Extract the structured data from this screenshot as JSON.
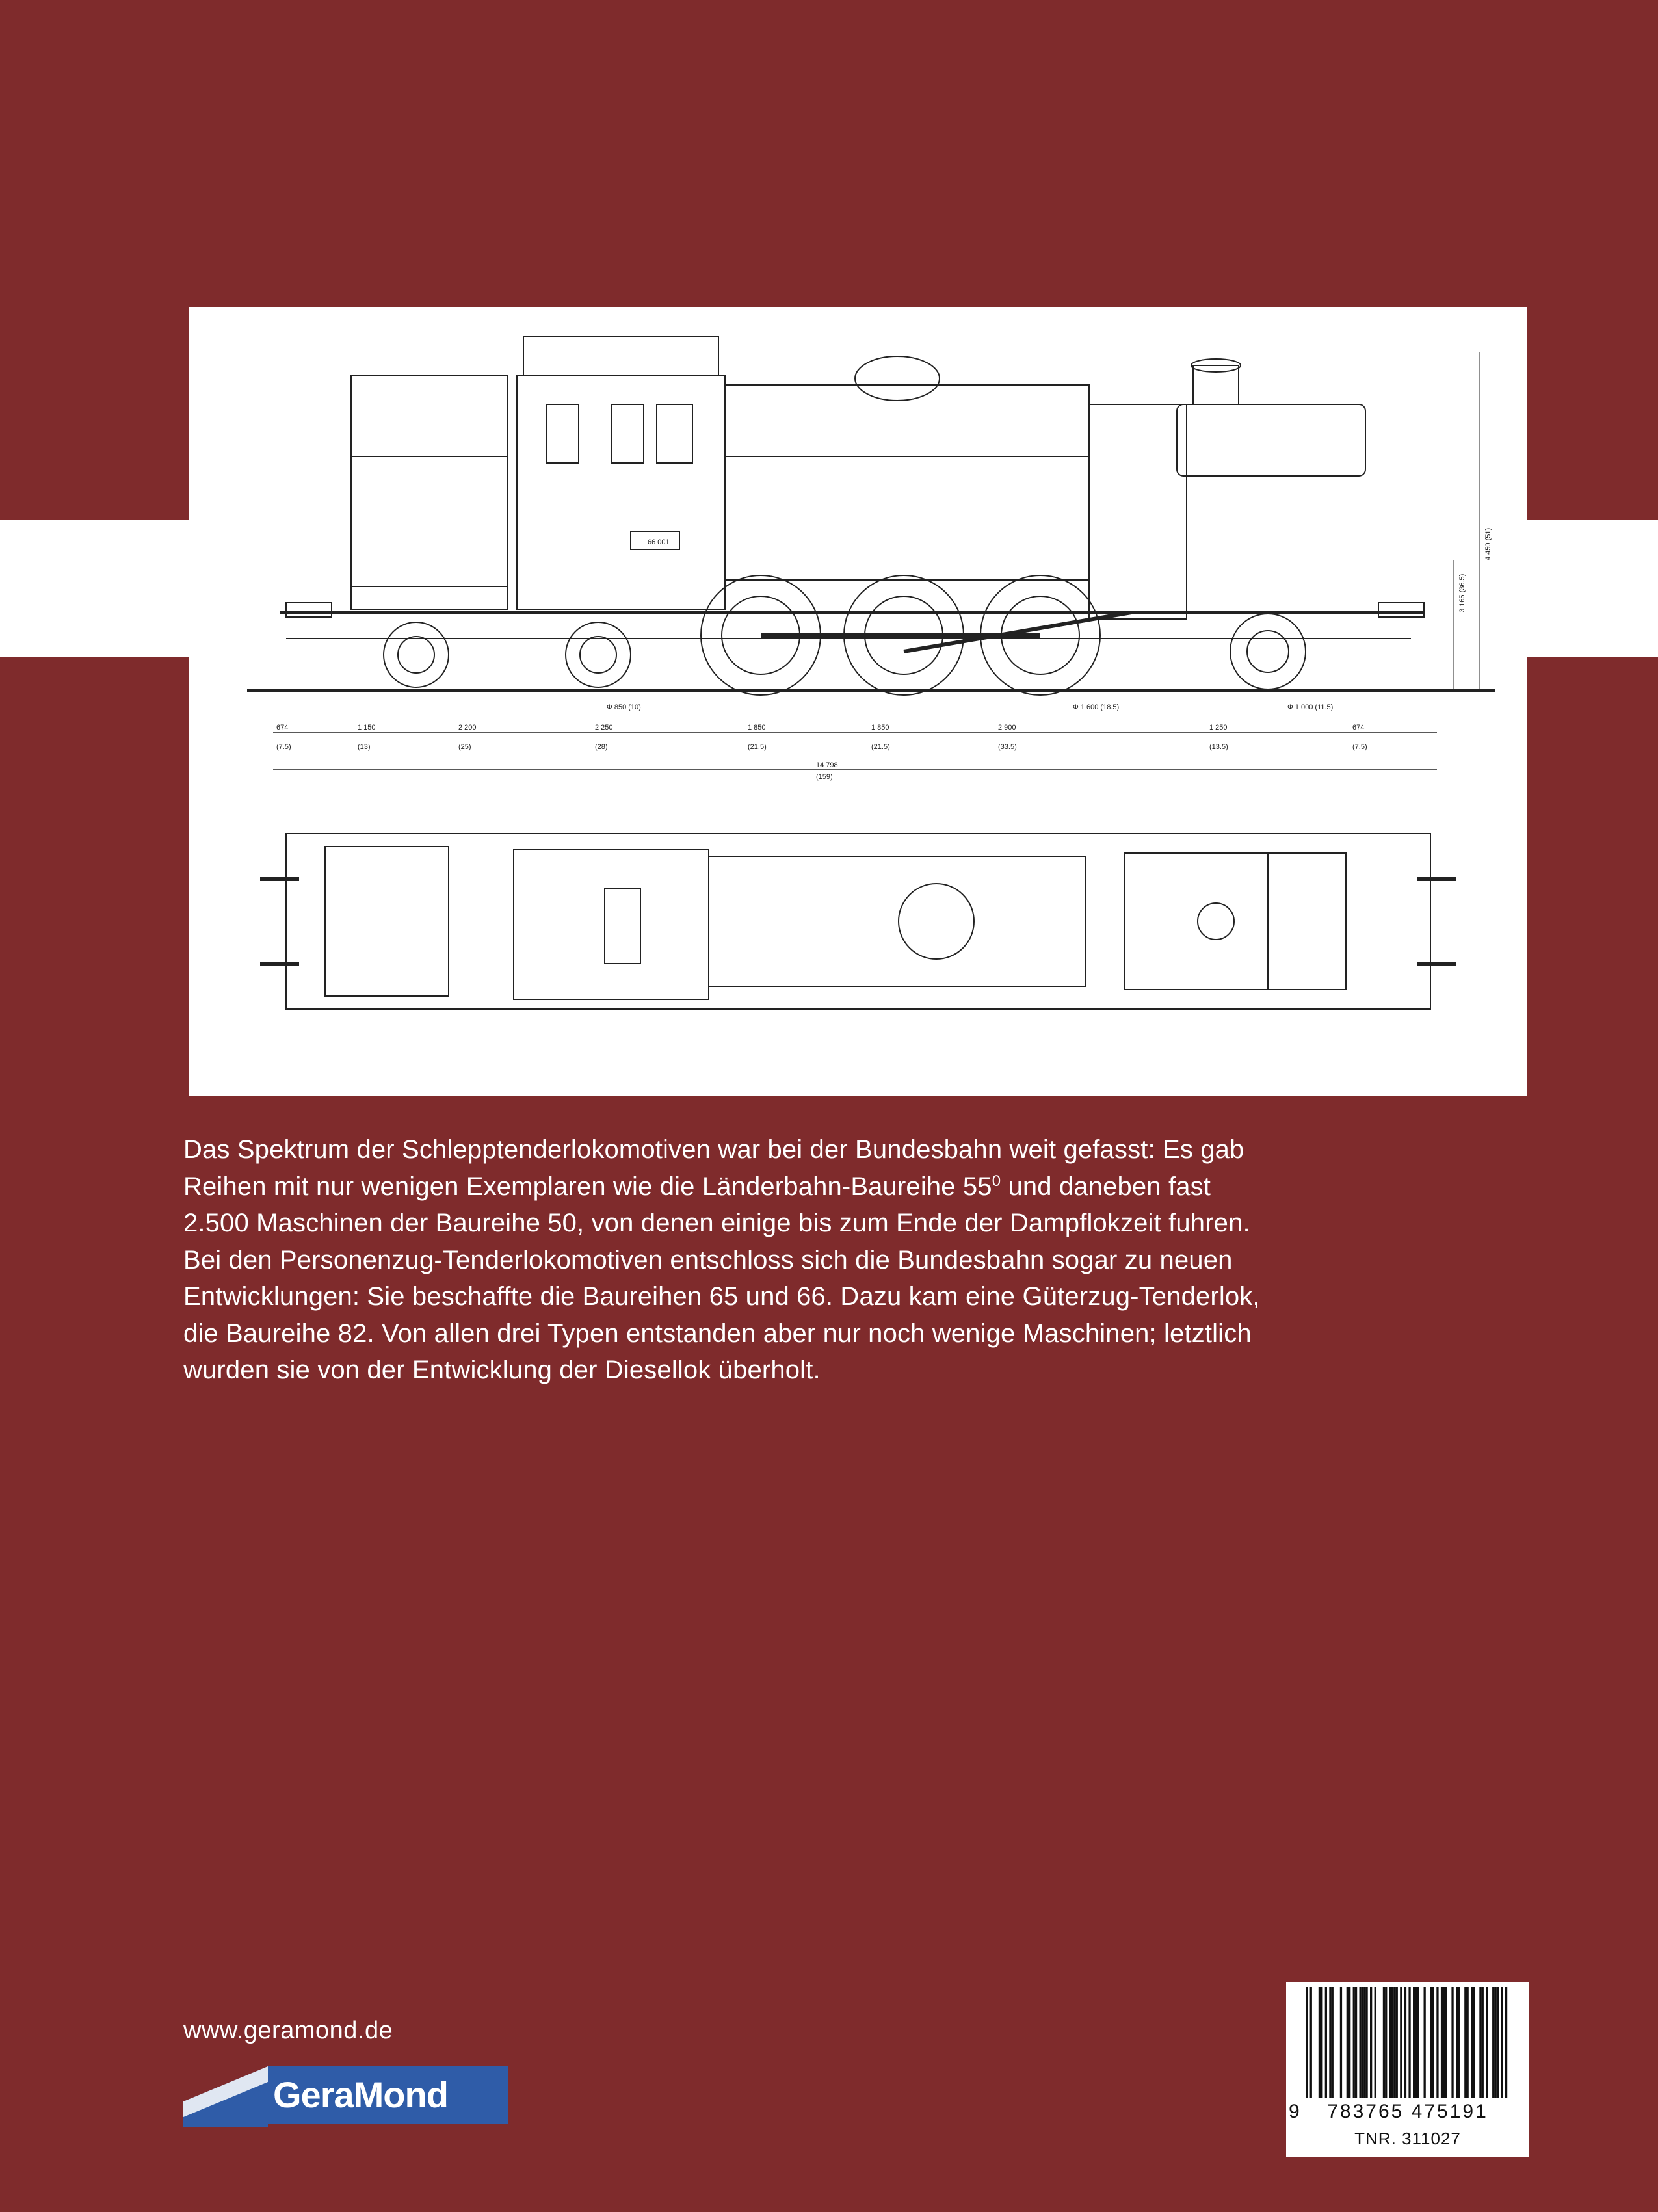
{
  "cover": {
    "background_color": "#7f2b2c",
    "band_color": "#ffffff"
  },
  "drawing": {
    "number_plate": "66 001",
    "overall_length": "14 798",
    "overall_length_alt": "(159)",
    "segments": [
      {
        "value": "674",
        "alt": "(7.5)"
      },
      {
        "value": "1 150",
        "alt": "(13)"
      },
      {
        "value": "2 200",
        "alt": "(25)"
      },
      {
        "value": "2 250",
        "alt": "(28)"
      },
      {
        "value": "1 850",
        "alt": "(21.5)"
      },
      {
        "value": "1 850",
        "alt": "(21.5)"
      },
      {
        "value": "2 900",
        "alt": "(33.5)"
      },
      {
        "value": "1 250",
        "alt": "(13.5)"
      },
      {
        "value": "674",
        "alt": "(7.5)"
      }
    ],
    "wheel_labels": [
      "Φ 850 (10)",
      "Φ 1 600 (18.5)",
      "Φ 1 000 (11.5)"
    ],
    "height_labels": [
      "4 450 (51)",
      "3 165 (36.5)"
    ]
  },
  "blurb": {
    "line1": "Das Spektrum der Schlepptenderlokomotiven war bei der Bundesbahn weit gefasst: Es gab",
    "line2_pre": "Reihen mit nur wenigen Exemplaren wie die Länderbahn-Baureihe 55",
    "line2_sup": "0",
    "line2_post": " und daneben fast",
    "line3": "2.500 Maschinen der Baureihe 50, von denen einige bis zum Ende der Dampflokzeit fuhren.",
    "line4": "Bei den Personenzug-Tenderlokomotiven entschloss sich die Bundesbahn sogar zu neuen",
    "line5": "Entwicklungen: Sie beschaffte die Baureihen 65 und 66. Dazu kam eine Güterzug-Tenderlok,",
    "line6": "die Baureihe 82. Von allen drei Typen entstanden aber nur noch wenige Maschinen; letztlich",
    "line7": "wurden sie von der Entwicklung der Diesellok überholt."
  },
  "publisher": {
    "website": "www.geramond.de",
    "logo_text": "GeraMond",
    "logo_color": "#2f5ca8"
  },
  "barcode": {
    "lead_digit": "9",
    "digits": "783765  475191",
    "tnr": "TNR. 311027",
    "pattern": "1010001101011000100110110111101010001101111010101011100100110101110010110011011001101001110101"
  }
}
